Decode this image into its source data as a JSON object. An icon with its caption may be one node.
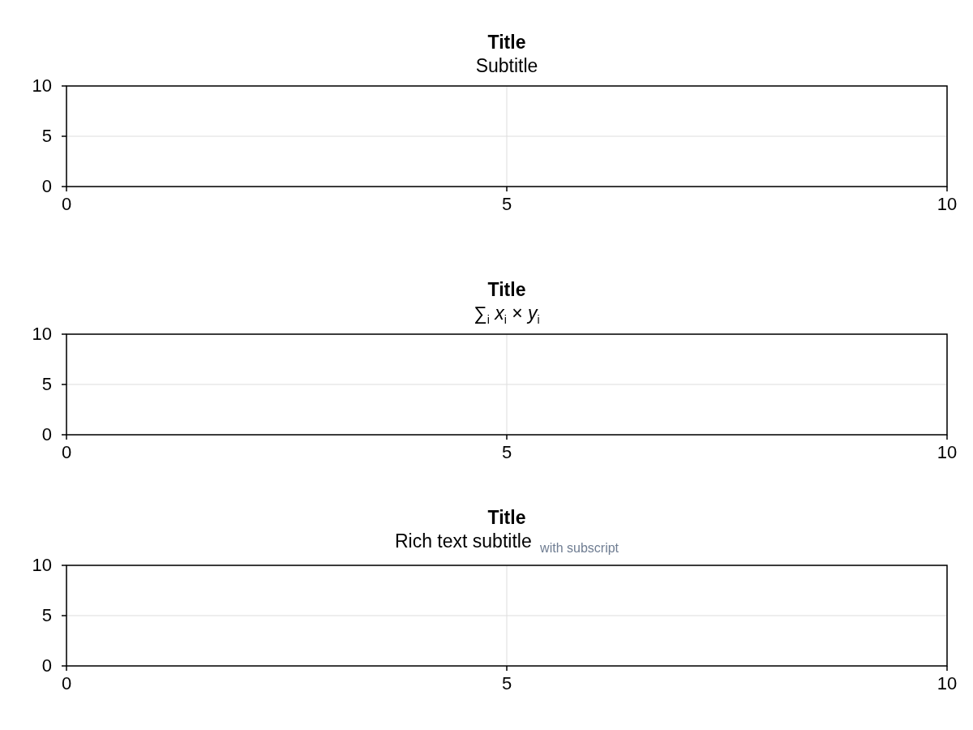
{
  "diagram": {
    "labels": [
      "Subtitle",
      "∑$_{i}$ *x*$_{i}$ × *y*$_{i}$",
      "Rich text subtitle $_{with subscript}$"
    ],
    "chart_data": [
      {
        "type": "line",
        "title": "Title",
        "xlim": [
          0,
          10
        ],
        "ylim": [
          0,
          10
        ],
        "xticks": [
          0,
          5,
          10
        ],
        "yticks": [
          0,
          5,
          10
        ]
      },
      {
        "type": "line",
        "title": "Title",
        "xlim": [
          0,
          10
        ],
        "ylim": [
          0,
          10
        ],
        "xticks": [
          0,
          5,
          10
        ],
        "yticks": [
          0,
          5,
          10
        ]
      },
      {
        "type": "line",
        "title": "Title",
        "xlim": [
          0,
          10
        ],
        "ylim": [
          0,
          10
        ],
        "xticks": [
          0,
          5,
          10
        ],
        "yticks": [
          0,
          5,
          10
        ]
      }
    ]
  }
}
